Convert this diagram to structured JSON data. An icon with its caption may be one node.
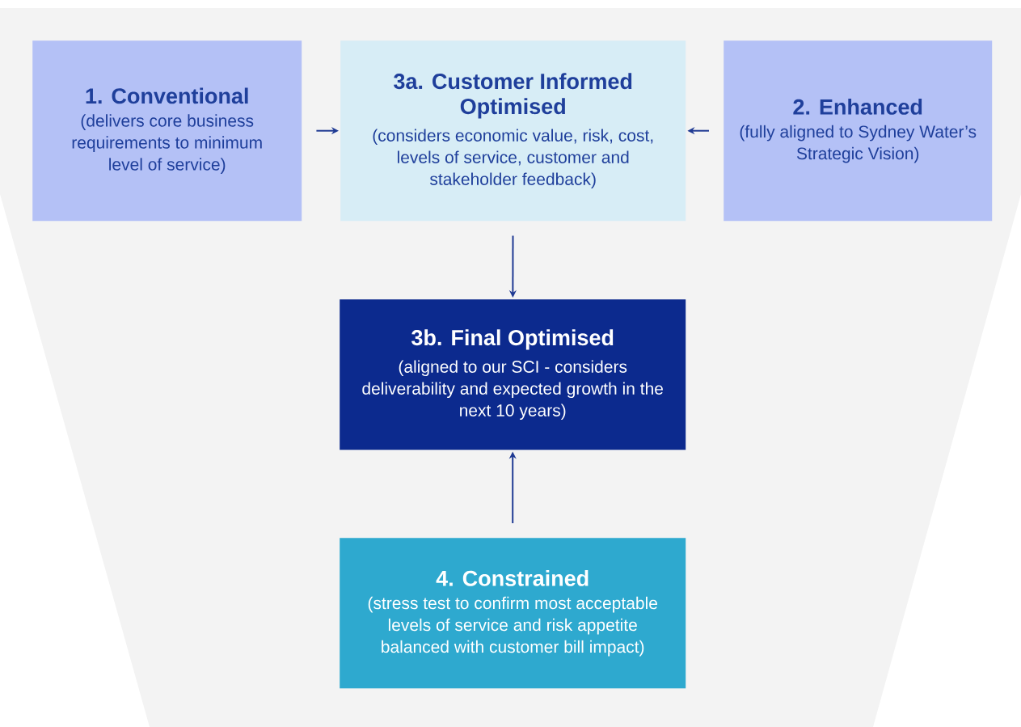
{
  "diagram": {
    "nodes": [
      {
        "text": [
          "1. Conventional",
          "(delivers core business requirements to minimum level of service)"
        ]
      },
      {
        "text": [
          "3a. Customer Informed Optimised",
          "(considers economic value, risk, cost, levels of service, customer and stakeholder feedback)"
        ]
      },
      {
        "text": [
          "2. Enhanced",
          "(fully aligned to Sydney Water’s Strategic Vision)"
        ]
      },
      {
        "text": [
          "3b. Final Optimised",
          "(aligned to our SCI - considers deliverability and expected growth in the next 10 years)"
        ]
      },
      {
        "text": [
          "4. Constrained",
          "(stress test to confirm most acceptable levels of service and risk appetite balanced with customer bill impact)"
        ]
      }
    ],
    "edges": [
      {
        "from": 0,
        "to": 1,
        "arrow": "to"
      },
      {
        "from": 2,
        "to": 1,
        "arrow": "to"
      },
      {
        "from": 1,
        "to": 3,
        "arrow": "to"
      },
      {
        "from": 4,
        "to": 3,
        "arrow": "to"
      }
    ]
  }
}
